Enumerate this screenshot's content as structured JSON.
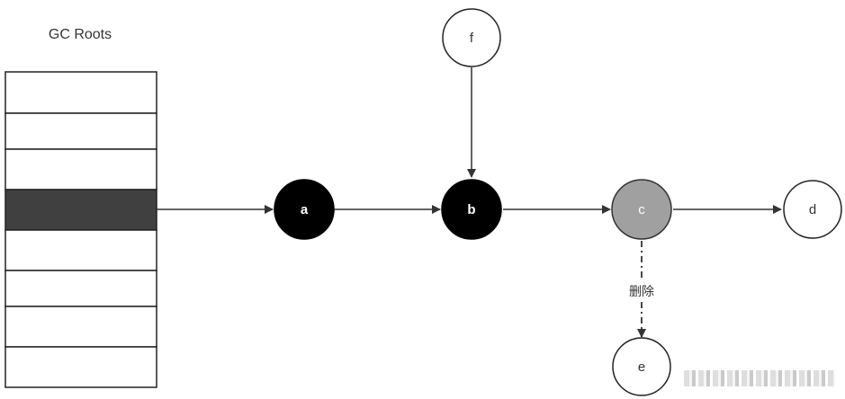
{
  "gc_roots": {
    "title": "GC Roots",
    "slot_count": 8,
    "highlighted_slot_index": 3
  },
  "nodes": [
    {
      "id": "a",
      "label": "a",
      "state": "black"
    },
    {
      "id": "b",
      "label": "b",
      "state": "black"
    },
    {
      "id": "c",
      "label": "c",
      "state": "gray"
    },
    {
      "id": "d",
      "label": "d",
      "state": "white"
    },
    {
      "id": "e",
      "label": "e",
      "state": "white"
    },
    {
      "id": "f",
      "label": "f",
      "state": "white"
    }
  ],
  "edges": [
    {
      "from": "root",
      "to": "a",
      "style": "solid"
    },
    {
      "from": "a",
      "to": "b",
      "style": "solid"
    },
    {
      "from": "f",
      "to": "b",
      "style": "solid"
    },
    {
      "from": "b",
      "to": "c",
      "style": "solid"
    },
    {
      "from": "c",
      "to": "d",
      "style": "solid"
    },
    {
      "from": "c",
      "to": "e",
      "style": "dashed",
      "label": "删除"
    }
  ],
  "colors": {
    "black_node": "#000000",
    "gray_node": "#a0a0a0",
    "white_node": "#ffffff",
    "highlighted_slot": "#404040",
    "line": "#333333"
  }
}
